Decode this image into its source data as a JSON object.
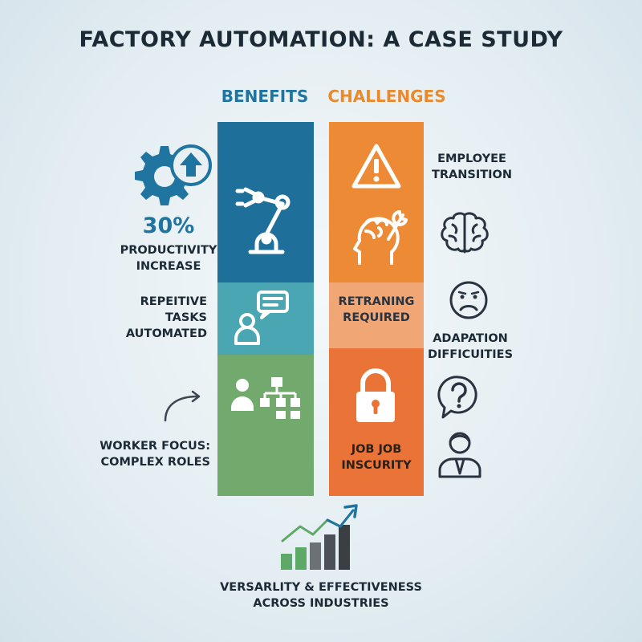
{
  "title": "FACTORY AUTOMATION: A CASE STUDY",
  "columns": {
    "benefits": "BENEFITS",
    "challenges": "CHALLENGES"
  },
  "benefits": {
    "productivity_stat": "30%",
    "productivity_label_1": "PRODUCTIVITY",
    "productivity_label_2": "INCREASE",
    "repetitive_1": "REPEITIVE",
    "repetitive_2": "TASKS",
    "repetitive_3": "AUTOMATED",
    "worker_focus_1": "WORKER FOCUS:",
    "worker_focus_2": "COMPLEX ROLES"
  },
  "challenges": {
    "employee_1": "EMPLOYEE",
    "employee_2": "TRANSITION",
    "retraining_1": "RETRANING",
    "retraining_2": "REQUIRED",
    "adaptation_1": "ADAPATION",
    "adaptation_2": "DIFFICUITIES",
    "job_1": "JOB JOB",
    "job_2": "INSCURITY"
  },
  "footer": {
    "line_1": "VERSARLITY & EFFECTIVENESS",
    "line_2": "ACROSS INDUSTRIES"
  },
  "colors": {
    "benefit_top": "#1e6f99",
    "benefit_mid": "#4aa6b2",
    "benefit_bottom": "#72aa6e",
    "challenge_top": "#ec8a35",
    "challenge_mid": "#f1a676",
    "challenge_bottom": "#ea7437",
    "accent_blue": "#1f74a0",
    "accent_orange": "#e98a2d",
    "text_dark": "#1c2a36"
  },
  "icons": [
    "gear-arrow-up-icon",
    "robot-arm-icon",
    "user-chat-icon",
    "user-org-chart-icon",
    "curved-arrow-icon",
    "warning-triangle-icon",
    "brain-wrench-icon",
    "padlock-icon",
    "brain-icon",
    "sad-face-icon",
    "question-bubble-icon",
    "person-tie-icon",
    "growth-chart-icon"
  ]
}
